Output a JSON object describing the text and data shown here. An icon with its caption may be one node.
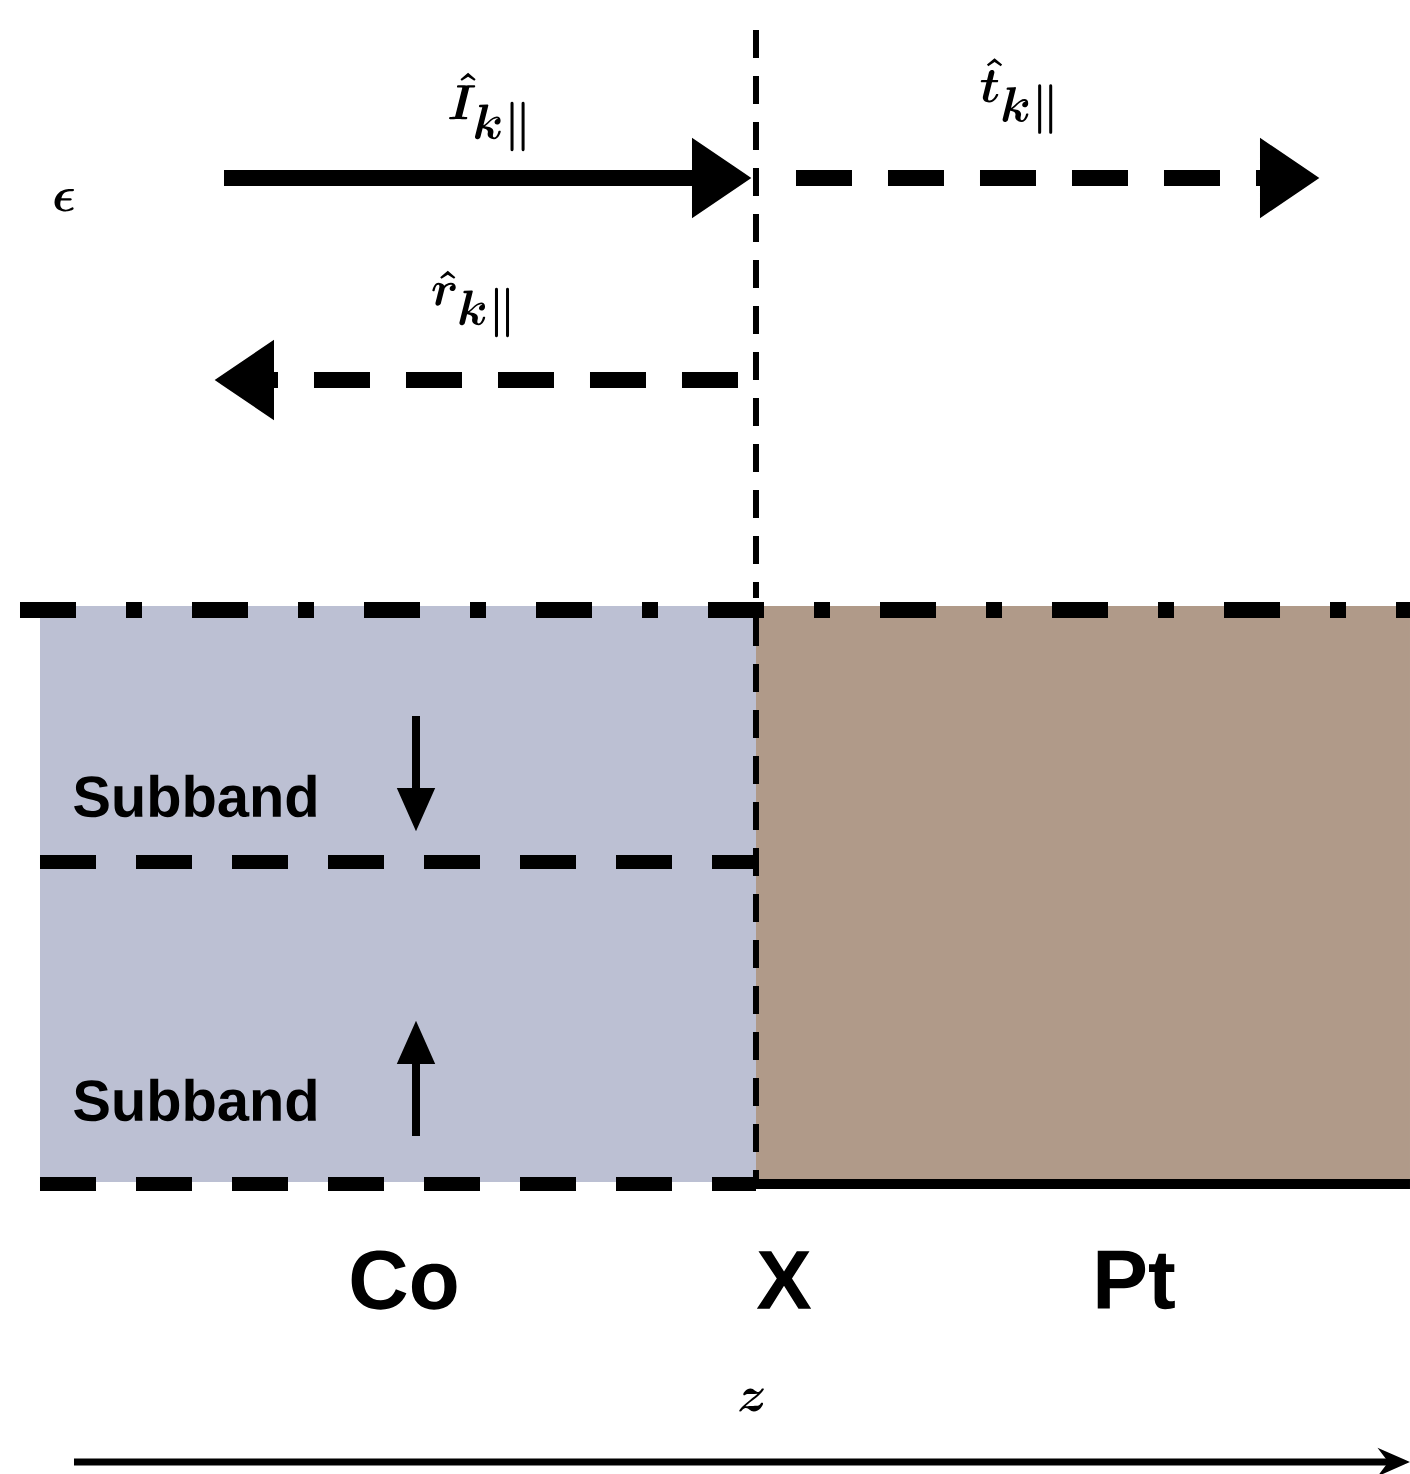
{
  "diagram": {
    "labels": [
      "\\epsilon",
      "\\hat{I}_{k\\parallel}",
      "\\hat{t}_{k\\parallel}",
      "\\hat{r}_{k\\parallel}",
      "Subband",
      "Subband",
      "Co",
      "X",
      "Pt",
      "z"
    ]
  }
}
